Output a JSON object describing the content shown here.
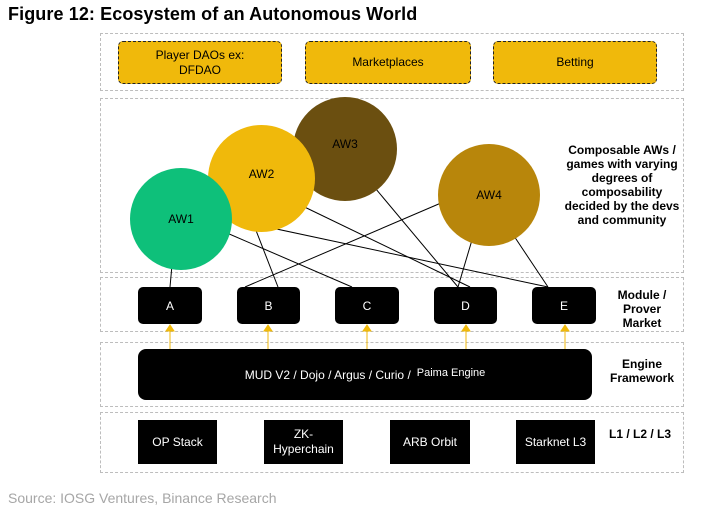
{
  "title": "Figure 12: Ecosystem of an Autonomous World",
  "source": "Source: IOSG Ventures, Binance Research",
  "top_boxes": [
    "Player DAOs ex:\nDFDAO",
    "Marketplaces",
    "Betting"
  ],
  "aws": [
    {
      "label": "AW1",
      "color": "#0ec07a"
    },
    {
      "label": "AW2",
      "color": "#f0b90b"
    },
    {
      "label": "AW3",
      "color": "#6b4f10"
    },
    {
      "label": "AW4",
      "color": "#b8860b"
    }
  ],
  "aw_description": "Composable AWs / games with varying degrees of composability decided by the devs and community",
  "modules": [
    "A",
    "B",
    "C",
    "D",
    "E"
  ],
  "module_label": "Module / Prover Market",
  "engine_text": "MUD V2 / Dojo / Argus / Curio /",
  "engine_text_2": "Paima Engine",
  "engine_label": "Engine Framework",
  "l1_items": [
    "OP Stack",
    "ZK-\nHyperchain",
    "ARB Orbit",
    "Starknet L3"
  ],
  "l1_label": "L1 / L2 / L3",
  "colors": {
    "accent": "#f0b90b",
    "arrow": "#f0b90b",
    "node": "#000000"
  }
}
